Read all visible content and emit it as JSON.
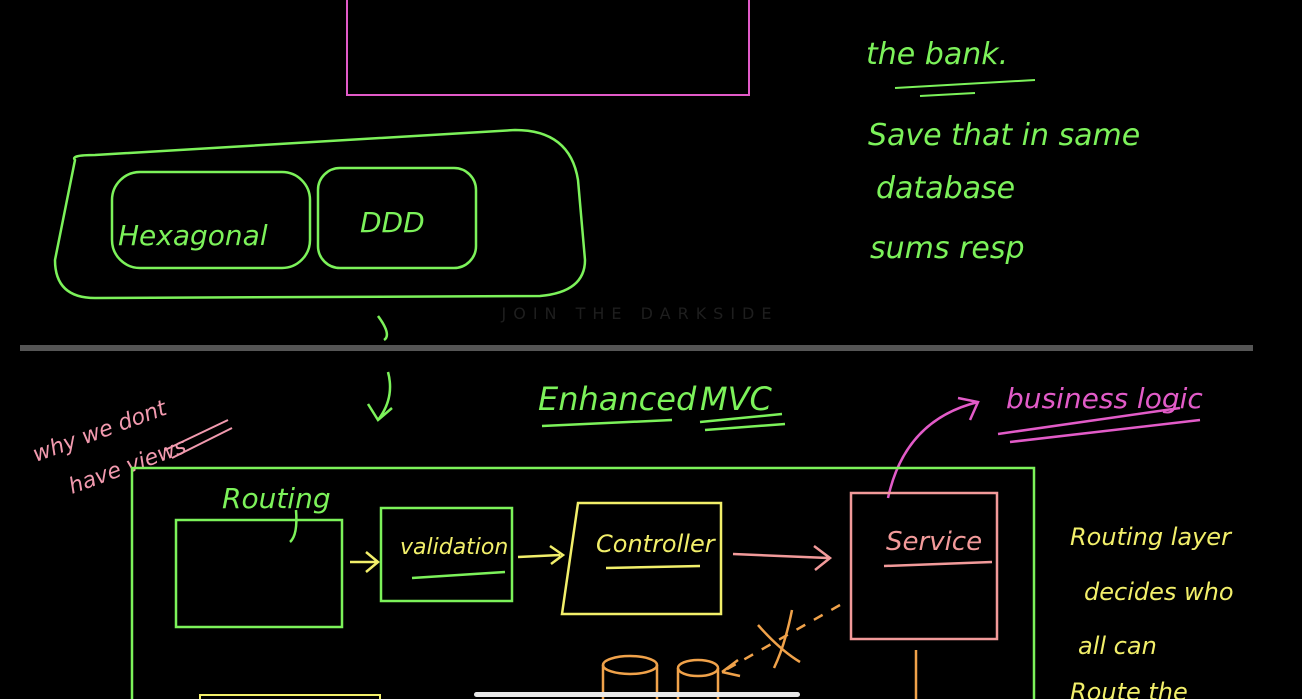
{
  "colors": {
    "background": "#000000",
    "green": "#7cf25a",
    "pink": "#e25bc8",
    "yellow": "#f2ef6a",
    "salmon": "#f29a9a",
    "orange": "#f0a24a",
    "divider": "#555555"
  },
  "watermark": "JOIN THE DARKSIDE",
  "top_notes": {
    "line1": "the bank.",
    "line2": "Save that in same",
    "line3": "database",
    "line4": "sums resp"
  },
  "arch_group": {
    "hexagonal": "Hexagonal",
    "ddd": "DDD"
  },
  "section_title": {
    "enhanced": "Enhanced",
    "mvc": "MVC"
  },
  "side_note_left": {
    "line1": "why we dont",
    "line2": "have views"
  },
  "business_logic": "business logic",
  "layers": {
    "routing": "Routing",
    "validation": "validation",
    "controller": "Controller",
    "service": "Service"
  },
  "side_note_right": {
    "line1": "Routing layer",
    "line2": "decides who",
    "line3": "all can",
    "line4": "Route the"
  }
}
